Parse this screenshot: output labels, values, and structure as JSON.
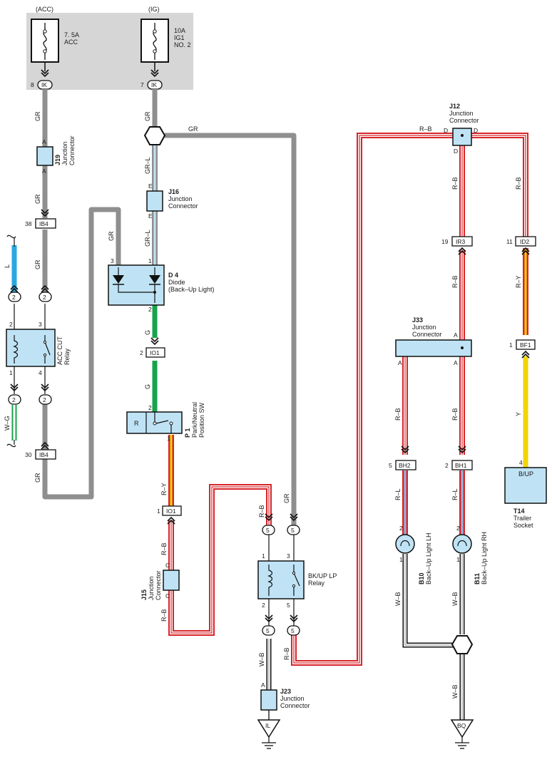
{
  "power": {
    "acc_header": "(ACC)",
    "ig_header": "(IG)",
    "acc_fuse": [
      "7. 5A",
      "ACC"
    ],
    "ig_fuse": [
      "10A",
      "IG1",
      "NO. 2"
    ],
    "acc_pin": "8",
    "ig_pin": "7",
    "ik": "IK"
  },
  "connectors": {
    "ib4_top": {
      "pin": "38",
      "label": "IB4"
    },
    "ib4_bottom": {
      "pin": "30",
      "label": "IB4"
    },
    "io1_top": {
      "pin": "2",
      "label": "IO1"
    },
    "io1_bottom": {
      "pin": "1",
      "label": "IO1"
    },
    "ir3": {
      "pin": "19",
      "label": "IR3"
    },
    "id2": {
      "pin": "11",
      "label": "ID2"
    },
    "bf1": {
      "pin": "1",
      "label": "BF1"
    },
    "bh2": {
      "pin": "5",
      "label": "BH2"
    },
    "bh1": {
      "pin": "2",
      "label": "BH1"
    }
  },
  "components": {
    "j19": {
      "id": "J19",
      "name": [
        "Junction",
        "Connector"
      ],
      "pin": "A"
    },
    "j16": {
      "id": "J16",
      "name": [
        "Junction",
        "Connector"
      ],
      "pin": "E"
    },
    "j12": {
      "id": "J12",
      "name": [
        "Junction",
        "Connector"
      ],
      "pin": "D"
    },
    "j33": {
      "id": "J33",
      "name": [
        "Junction",
        "Connector"
      ],
      "pin": "A"
    },
    "j15": {
      "id": "J15",
      "name": [
        "Junction",
        "Connector"
      ],
      "pin": "C"
    },
    "j23": {
      "id": "J23",
      "name": [
        "Junction",
        "Connector"
      ],
      "pin": "A"
    },
    "d4": {
      "id": "D 4",
      "name": [
        "Diode",
        "(Back–Up Light)"
      ]
    },
    "p1": {
      "id": "P 1",
      "name": [
        "Park/Neutral",
        "Position SW"
      ],
      "switch": "R"
    },
    "acc_relay": {
      "name": [
        "ACC CUT",
        "Relay"
      ]
    },
    "bkup_relay": {
      "name": [
        "BK/UP LP",
        "Relay"
      ]
    },
    "b10": {
      "id": "B10",
      "name": "Back–Up Light LH"
    },
    "b11": {
      "id": "B11",
      "name": "Back–Up Light RH"
    },
    "t14": {
      "id": "T14",
      "name": [
        "Trailer",
        "Socket"
      ],
      "box": "B/UP"
    }
  },
  "grounds": {
    "il": "IL",
    "bq": "BQ"
  },
  "wires": {
    "gr": "GR",
    "grl": "GR–L",
    "g": "G",
    "l": "L",
    "wg": "W–G",
    "ry": "R–Y",
    "rb": "R–B",
    "rl": "R–L",
    "wb": "W–B",
    "y": "Y"
  },
  "splice_numbers": {
    "two": "2",
    "five": "5"
  },
  "pins": {
    "p1": "1",
    "p2": "2",
    "p3": "3",
    "p4": "4",
    "p5": "5"
  },
  "colors": {
    "gray": "#8f8f8f",
    "blue": "#2aa8e0",
    "green": "#19a34a",
    "red": "#d7262b",
    "yellow": "#f3d400",
    "lightblue": "#bfe3f5",
    "panel": "#d6d6d6",
    "black": "#111111"
  }
}
